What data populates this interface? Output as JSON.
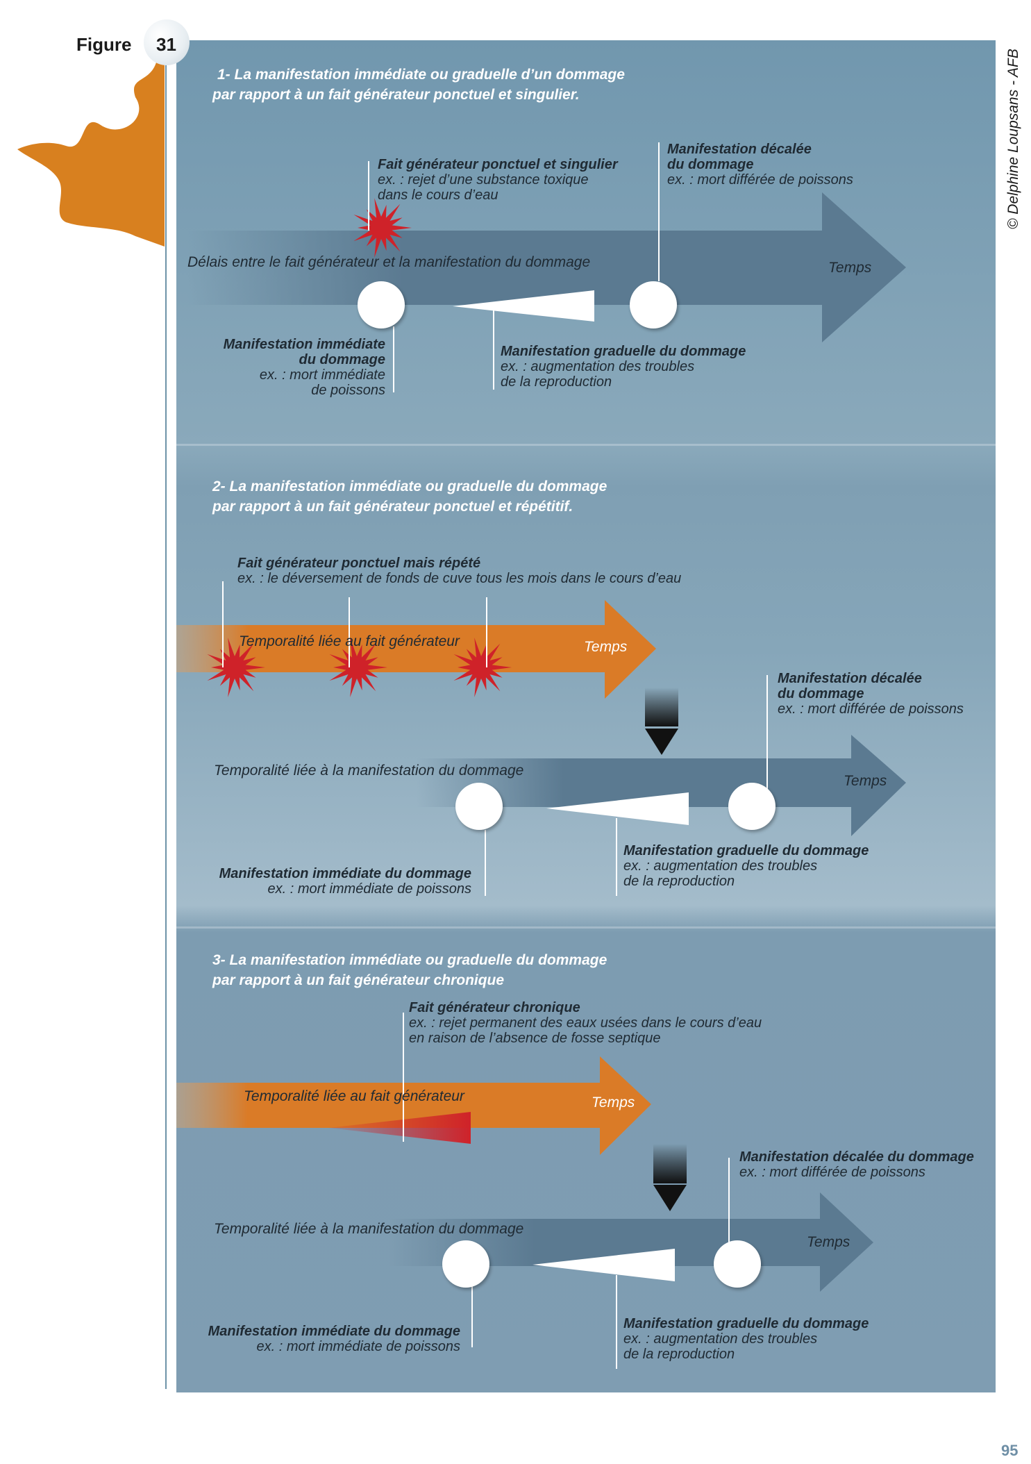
{
  "figure": {
    "label": "Figure",
    "number": "31"
  },
  "copyright": "© Delphine Loupsans - AFB",
  "page_number": "95",
  "colors": {
    "blue_arrow": "#5b7a91",
    "orange_arrow": "#da7b27",
    "red_event": "#cf2229",
    "text": "#1f2a33"
  },
  "sections": [
    {
      "title": [
        "1- La manifestation immédiate ou graduelle d’un dommage",
        "par rapport à un fait générateur ponctuel et singulier."
      ],
      "arrow_label": "Délais entre le fait générateur et la manifestation du dommage",
      "arrow_time": "Temps",
      "trigger": {
        "title": "Fait générateur ponctuel et singulier",
        "lines": [
          "ex. : rejet d’une substance toxique",
          "dans le cours d’eau"
        ]
      },
      "delayed": {
        "title": [
          "Manifestation décalée",
          "du dommage"
        ],
        "lines": [
          "ex. : mort différée de poissons"
        ]
      },
      "immediate": {
        "title": [
          "Manifestation immédiate",
          "du dommage"
        ],
        "lines": [
          "ex. : mort immédiate",
          "de poissons"
        ]
      },
      "gradual": {
        "title": "Manifestation graduelle du dommage",
        "lines": [
          "ex. : augmentation des troubles",
          "de la reproduction"
        ]
      }
    },
    {
      "title": [
        "2- La manifestation immédiate ou graduelle du dommage",
        "par rapport à un fait générateur ponctuel et répétitif."
      ],
      "trigger": {
        "title": "Fait générateur ponctuel mais répété",
        "lines": [
          "ex. : le déversement de fonds de cuve tous les mois dans le cours d’eau"
        ]
      },
      "orange_label": "Temporalité liée au fait générateur",
      "orange_time": "Temps",
      "arrow_label": "Temporalité liée à la manifestation du dommage",
      "arrow_time": "Temps",
      "delayed": {
        "title": [
          "Manifestation décalée",
          "du dommage"
        ],
        "lines": [
          "ex. : mort différée de poissons"
        ]
      },
      "immediate": {
        "title": "Manifestation immédiate  du dommage",
        "lines": [
          "ex. : mort immédiate de poissons"
        ]
      },
      "gradual": {
        "title": "Manifestation graduelle du dommage",
        "lines": [
          "ex. : augmentation des troubles",
          "de la reproduction"
        ]
      }
    },
    {
      "title": [
        "3- La manifestation immédiate ou graduelle du dommage",
        "par rapport à un fait générateur  chronique"
      ],
      "trigger": {
        "title": "Fait générateur chronique",
        "lines": [
          "ex. : rejet permanent des eaux usées dans le cours d’eau",
          "en raison de l’absence de fosse septique"
        ]
      },
      "orange_label": "Temporalité liée au fait générateur",
      "orange_time": "Temps",
      "arrow_label": "Temporalité liée à la manifestation du dommage",
      "arrow_time": "Temps",
      "delayed": {
        "title": "Manifestation décalée du dommage",
        "lines": [
          "ex. : mort différée de poissons"
        ]
      },
      "immediate": {
        "title": "Manifestation immédiate  du dommage",
        "lines": [
          "ex. : mort immédiate de poissons"
        ]
      },
      "gradual": {
        "title": "Manifestation graduelle du dommage",
        "lines": [
          "ex. : augmentation des troubles",
          "de la reproduction"
        ]
      }
    }
  ]
}
